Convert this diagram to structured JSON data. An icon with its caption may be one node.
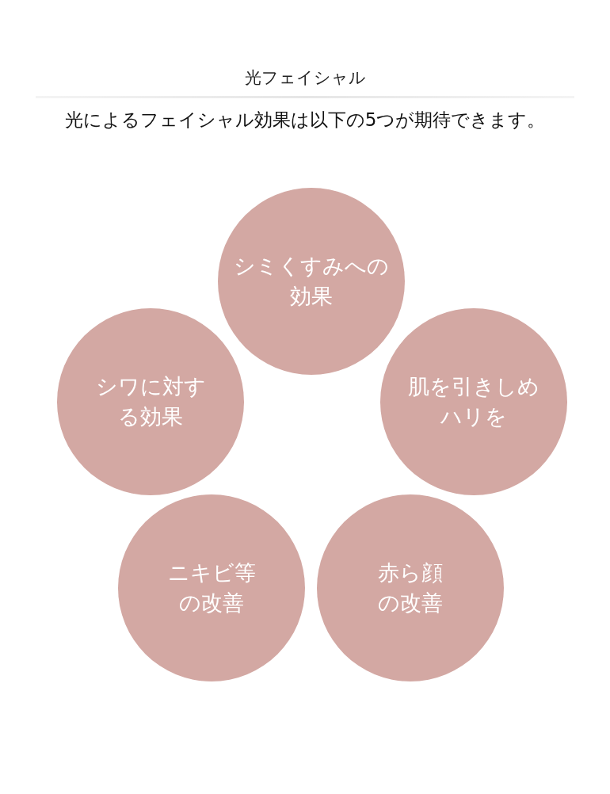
{
  "diagram": {
    "title": "光フェイシャル",
    "nodes": [
      {
        "text": [
          "シミくすみへの効果"
        ]
      },
      {
        "text": [
          "シワに対する効果"
        ]
      },
      {
        "text": [
          "肌を引きしめハリを"
        ]
      },
      {
        "text": [
          "ニキビ等の改善"
        ]
      },
      {
        "text": [
          "赤ら顔の改善"
        ]
      }
    ],
    "labels": [
      "光によるフェイシャル効果は以下の5つが期待できます。"
    ]
  }
}
